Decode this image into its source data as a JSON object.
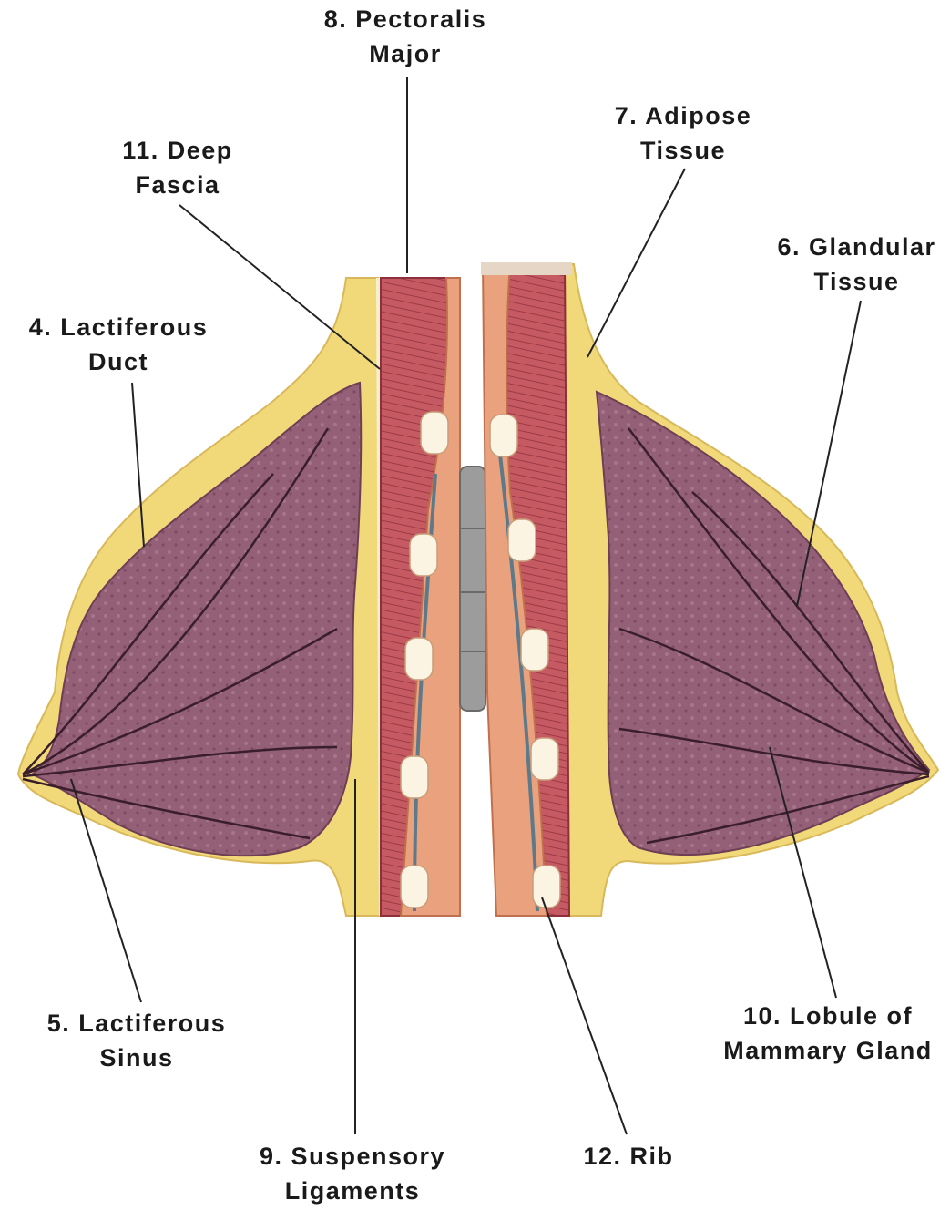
{
  "labels": {
    "pectoralis_major": {
      "line1": "8. Pectoralis",
      "line2": "Major"
    },
    "adipose_tissue": {
      "line1": "7. Adipose",
      "line2": "Tissue"
    },
    "deep_fascia": {
      "line1": "11. Deep",
      "line2": "Fascia"
    },
    "glandular_tissue": {
      "line1": "6. Glandular",
      "line2": "Tissue"
    },
    "lactiferous_duct": {
      "line1": "4. Lactiferous",
      "line2": "Duct"
    },
    "lactiferous_sinus": {
      "line1": "5. Lactiferous",
      "line2": "Sinus"
    },
    "lobule_mammary_gland": {
      "line1": "10. Lobule of",
      "line2": "Mammary Gland"
    },
    "suspensory_ligaments": {
      "line1": "9. Suspensory",
      "line2": "Ligaments"
    },
    "rib": {
      "line1": "12. Rib",
      "line2": ""
    }
  },
  "colors": {
    "adipose": "#f2dc7c",
    "gland": "#8e5a72",
    "muscle": "#c45760",
    "rib": "#e8a07a",
    "hinge": "#9a9a9a"
  }
}
